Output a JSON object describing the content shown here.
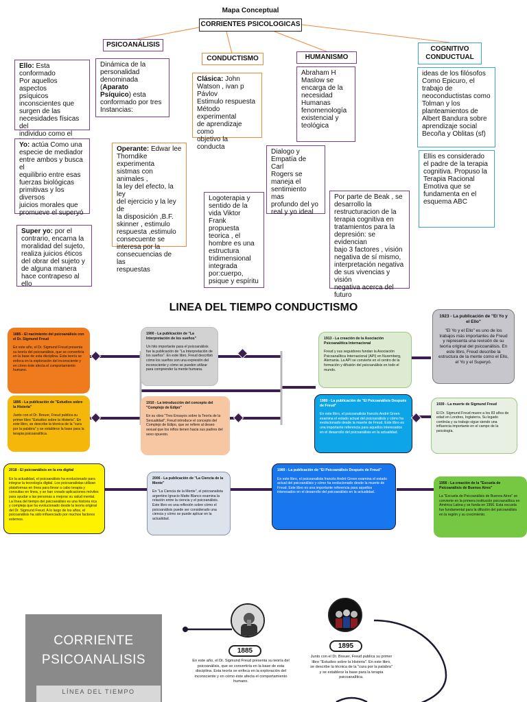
{
  "map": {
    "title": "Mapa Conceptual",
    "root": "CORRIENTES PSICOLOGICAS",
    "headers": {
      "psicoanalisis": "PSICOANÁLISIS",
      "conductismo": "CONDUCTISMO",
      "humanismo": "HUMANISMO",
      "cognitivo": "COGNITIVO\nCONDUCTUAL"
    },
    "psicoanalisis": {
      "intro": "Dinámica de la\npersonalidad\ndenominada (",
      "intro_bold": "Aparato\nPsíquico",
      "intro_end": ") esta\nconformado por tres\nInstancias:",
      "ello_label": "Ello:",
      "ello": " Esta conformado\nPor aquellos aspectos\npsíquicos\ninconscientes que\nsurgen de las\nnecesidades físicas del\nindividuo como el\nhambre, la sed, el sexo",
      "yo_label": "Yo:",
      "yo": " actúa Como una\nespecie de mediador\nentre ambos y busca el\nequilibrio entre esas\nfuerzas biológicas\nprimitivas y los diversos\njuicios morales que\npromueve el superyó",
      "superyo_label": "Super yo:",
      "superyo": " por el\ncontrario, encarna la\nmoralidad del sujeto,\nrealiza juicios éticos\ndel obrar del sujeto y\nde alguna manera\nhace contrapeso al ello"
    },
    "conductismo": {
      "clasica_label": "Clásica:",
      "clasica": " John\nWatson , ivan p\nPávlov\nEstimulo respuesta\nMétodo experimental\nde aprendizaje como\nobjetivo la conducta",
      "operante_label": "Operante:",
      "operante": " Edwar lee\nThorndike experimenta\nsistmas con animales ,\nla ley del efecto, la ley\ndel ejercicio y la ley de\nla disposición  ,B.F.\nskinner , estimulo\nrespuesta ,estimulo\nconsecuente se\ninteresa por la\nconsecuencias de las\nrespuestas"
    },
    "humanismo": {
      "maslow": "Abraham H\nMaslow se\nencarga de la\nnecesidad\nHumanas\nfenomenología\nexistencial y\nteológica",
      "rogers": "Dialogo y\nEmpatía  de Carl\nRogers se\nmaneja el\nsentimiento mas\nprofundo  del yo\nreal y yo ideal",
      "frank": "Logoterapia y\nsentido de la\nvida Viktor Frank\npropuesta\nteorica , el\nhombre es una\nestructura\ntridimensional\nintegrada\npor:cuerpo,\npsique y espíritu"
    },
    "cognitivo": {
      "filosofos": " ideas de los filósofos\nComo Epicuro, el\ntrabajo de\nneoconductistas como\nTolman y los\nplanteamientos de\nAlbert Bandura sobre\naprendizaje social\nBecoña y Oblitas (sf)",
      "ellis": " Ellis es considerado\nel padre de la terapia\ncognitiva. Propuso la\nTerapia Racional\nEmotiva que se\nfundamenta en el\nesquema ABC",
      "beak": "Por parte de Beak , se\ndesarrollo la\nrestructuracion de la\nterapia cognitiva en\ntratamientos para la\ndepresión: se evidencian\nbajo 3 factores , visión\nnegativa de sí mismo,\ninterpretación negativa\nde sus vivencias y visión\nnegativa acerca del\nfuturo"
    }
  },
  "timeline": {
    "title": "LINEA DEL TIEMPO CONDUCTISMO",
    "cards": [
      {
        "id": "1885",
        "title": "1885 - El nacimiento del psicoanálisis con el Dr. Sigmund Freud",
        "body": "En este año, el Dr. Sigmund Freud presenta su teoría del psicoanálisis, que se convertiría en la base de esta disciplina. Esta teoría se enfoca en la exploración del inconsciente y en cómo éste afecta el comportamiento humano.",
        "color": "#f07b1d"
      },
      {
        "id": "1895",
        "title": "1895 - La publicación de \"Estudios sobre la Histeria\"",
        "body": "Junto con el Dr. Breuer, Freud publica su primer libro \"Estudios sobre la Histeria\". En este libro, se describe la técnica de la \"cura por la palabra\" y se establece la base para la terapia psicoanalítica.",
        "color": "#f5b70a"
      },
      {
        "id": "1900",
        "title": "1900 - La publicación de \"La Interpretación de los sueños\"",
        "body": "Un hito importante para el psicoanálisis fue la publicación de \"La Interpretación de los sueños\". En este libro, Freud describió cómo los sueños son una expresión del inconsciente y cómo se pueden utilizar para comprender la mente humana.",
        "color": "#d2d2d2"
      },
      {
        "id": "1910",
        "title": "1910 - La introducción del concepto del \"Complejo de Edipo\"",
        "body": "En su obra \"Tres Ensayos sobre la Teoría de la Sexualidad\", Freud introduce el concepto del Complejo de Edipo, que se refiere al deseo sexual que los niños tienen hacia sus padres del sexo opuesto.",
        "color": "#f7c6a3"
      },
      {
        "id": "1913",
        "title": "1913 - La creación de la Asociación Psicoanalítica Internacional",
        "body": "Freud y sus seguidores fundan la Asociación Psicoanalítica Internacional (API) en Nuremberg, Alemania. La API se convierte en el centro de la formación y difusión del psicoanálisis en todo el mundo.",
        "color": "#dcebd2"
      },
      {
        "id": "1923",
        "title": "1923 - La publicación de \"El Yo y el Ello\"",
        "body": "\"El Yo y el Ello\" es uno de los trabajos más importantes de Freud y representa una revisión de su teoría original del psicoanálisis. En este libro, Freud describe la estructura de la mente como el Ello, el Yo y el Superyó.",
        "color": "#c6c6cc"
      },
      {
        "id": "1939",
        "title": "1939 - La muerte de Sigmund Freud",
        "body": "El Dr. Sigmund Freud muere a los 83 años de edad en Londres, Inglaterra. Su legado continúa y su trabajo sigue siendo una influencia importante en el campo de la psicología.",
        "color": "#e8efe3"
      },
      {
        "id": "1980",
        "title": "1980 - La publicación de \"El Psicoanálisis Después de Freud\"",
        "body": "En este libro, el psicoanalista francés André Green examina el estado actual del psicoanálisis y cómo ha evolucionado desde la muerte de Freud. Este libro es una importante referencia para aquellos interesados en el desarrollo del psicoanálisis en la actualidad.",
        "color": "#0ea5e8"
      },
      {
        "id": "1989",
        "title": "1989 - La publicación de \"El Psicoanálisis Después de Freud\"",
        "body": "En este libro, el psicoanalista francés André Green examina el estado actual del psicoanálisis y cómo ha evolucionado desde la muerte de Freud. Este libro es una importante referencia para aquellos interesados en el desarrollo del psicoanálisis en la actualidad.",
        "color": "#1877ee"
      },
      {
        "id": "1956",
        "title": "1956 - La creación de la \"Escuela de Psicoanálisis de Buenos Aires\"",
        "body": "La \"Escuela de Psicoanálisis de Buenos Aires\" se convierte en la primera institución psicoanalítica en América Latina y se funda en 1956. Esta escuela fue fundamental para la difusión del psicoanálisis en la región y su crecimiento.",
        "color": "#76c843"
      },
      {
        "id": "2006",
        "title": "2006 - La publicación de \"La Ciencia de la Mente\"",
        "body": "En \"La Ciencia de la Mente\", el psicoanalista argentino Ignacio Matte Blanco examina la relación entre la ciencia y el psicoanálisis. Este libro es una reflexión sobre cómo el psicoanálisis puede ser considerado una ciencia y cómo se puede aplicar en la actualidad.",
        "color": "#dde3ed"
      },
      {
        "id": "2018",
        "title": "2018 - El psicoanálisis en la era digital",
        "body": "En la actualidad, el psicoanálisis ha evolucionado para integrar la tecnología digital. Los psicoanalistas utilizan plataformas en línea para llevar a cabo terapia y consultas en línea, y se han creado aplicaciones móviles para ayudar a las personas a mejorar su salud mental.\nLa línea del tiempo del psicoanálisis es una historia rica y compleja que ha evolucionado desde la teoría original del Dr. Sigmund Freud. A lo largo de los años, el psicoanálisis ha sido influenciado por muchos factores externos.",
        "color": "#fff200"
      }
    ]
  },
  "bottom": {
    "title": "CORRIENTE\nPSICOANALISIS",
    "subtitle": "LÍNEA DEL TIEMPO",
    "year1": "1885",
    "text1": "En este año, el Dr. Sigmund Freud presenta su teoría del psicoanálisis, que se convertiría en la base de esta disciplina. Esta teoría se enfoca en la exploración del inconsciente y en cómo éste afecta el comportamiento humano.",
    "year2": "1895",
    "text2": "Junto con el Dr. Breuer, Freud publica su primer libro \"Estudios sobre la Histeria\". En este libro, se describe la técnica de la \"cura por la palabra\" y se establece la base para la terapia psicoanalítica."
  }
}
